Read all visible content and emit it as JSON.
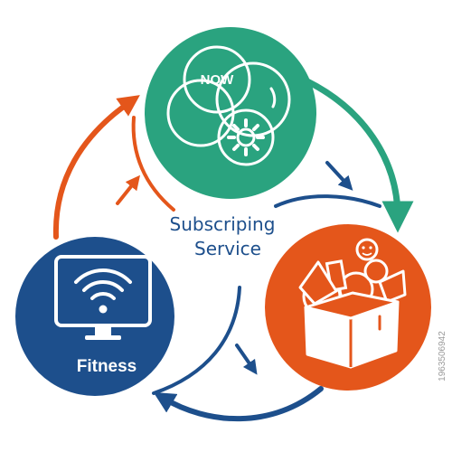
{
  "center": {
    "line1": "Subscriping",
    "line2": "Service"
  },
  "top_badge": {
    "label": "NOW"
  },
  "fitness": {
    "label": "Fitness"
  },
  "side_id": "1963506942",
  "colors": {
    "teal": "#2aa37f",
    "orange": "#e4561b",
    "navy": "#1d4f8c",
    "white": "#ffffff"
  },
  "icons": {
    "top": "overlapping-circles-gear-icon",
    "left": "monitor-wifi-icon",
    "right": "open-box-food-icon"
  }
}
